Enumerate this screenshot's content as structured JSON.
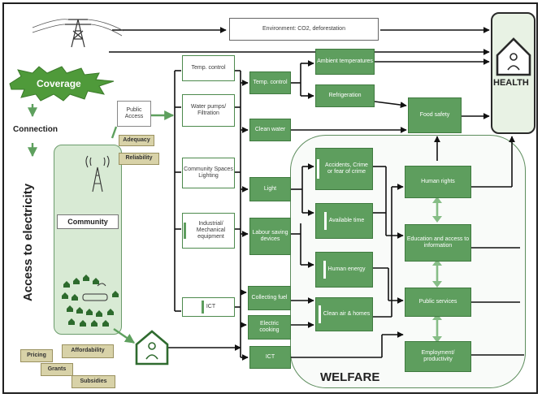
{
  "top": {
    "environment": "Environment: CO2, deforestation"
  },
  "left": {
    "coverage": "Coverage",
    "connection": "Connection",
    "access_to_electricity": "Access to electricity",
    "community": "Community",
    "public_access": "Public Access",
    "adequacy": "Adequacy",
    "reliability": "Reliability",
    "affordability": "Affordability",
    "pricing": "Pricing",
    "grants": "Grants",
    "subsidies": "Subsidies"
  },
  "uses": {
    "temp_control": "Temp. control",
    "water_pumps": "Water pumps/ Filtration",
    "community_spaces": "Community Spaces Lighting",
    "industrial": "Industrial/ Mechanical equipment",
    "ict": "ICT"
  },
  "services": {
    "temp_control": "Temp. control",
    "clean_water": "Clean water",
    "light": "Light",
    "labour_saving": "Labour saving devices",
    "collecting_fuel": "Collecting fuel",
    "electric_cooking": "Electric cooking",
    "ict": "ICT"
  },
  "outcomes": {
    "ambient_temperatures": "Ambient temperatures",
    "refrigeration": "Refrigeration",
    "food_safety": "Food safety",
    "accidents": "Accidents, Crime or fear of crime",
    "available_time": "Available time",
    "human_energy": "Human energy",
    "clean_air": "Clean air & homes"
  },
  "welfare_items": {
    "human_rights": "Human rights",
    "education": "Education and access to information",
    "public_services": "Public services",
    "employment": "Employment/ productivity"
  },
  "labels": {
    "health": "HEALTH",
    "welfare": "WELFARE"
  },
  "colors": {
    "green": "#5e9e5e",
    "dark_green": "#3f7a3f",
    "coverage_green": "#4f9a3a",
    "tan": "#d8d2a8",
    "health_bg": "#e8f2e4"
  }
}
